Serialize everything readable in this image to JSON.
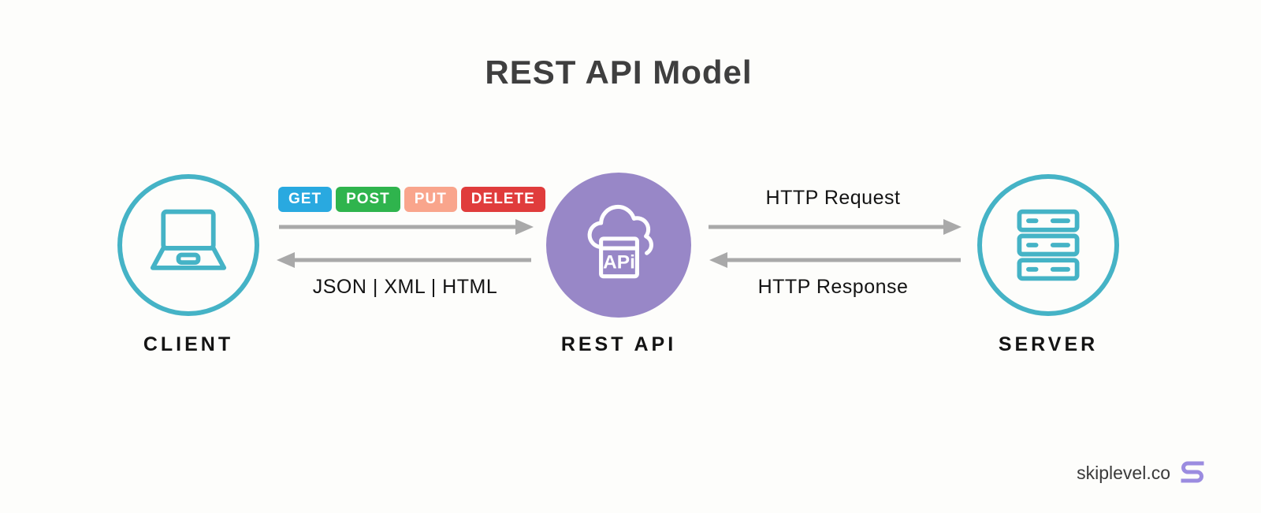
{
  "title": "REST API Model",
  "nodes": {
    "client": {
      "label": "CLIENT"
    },
    "rest_api": {
      "label": "REST API",
      "icon_text": "APi"
    },
    "server": {
      "label": "SERVER"
    }
  },
  "client_api_channel": {
    "methods": [
      {
        "label": "GET",
        "color": "#29a9e0"
      },
      {
        "label": "POST",
        "color": "#2fb44d"
      },
      {
        "label": "PUT",
        "color": "#f9a58c"
      },
      {
        "label": "DELETE",
        "color": "#e03c3c"
      }
    ],
    "formats_label": "JSON | XML | HTML"
  },
  "api_server_channel": {
    "request_label": "HTTP Request",
    "response_label": "HTTP Response"
  },
  "footer": {
    "brand": "skiplevel.co"
  },
  "colors": {
    "node_outline_teal": "#45b3c6",
    "rest_api_purple": "#9887c7",
    "arrow_gray": "#a9a9a9",
    "title_gray": "#3f3f3f",
    "logo_purple": "#9b8ce0"
  }
}
